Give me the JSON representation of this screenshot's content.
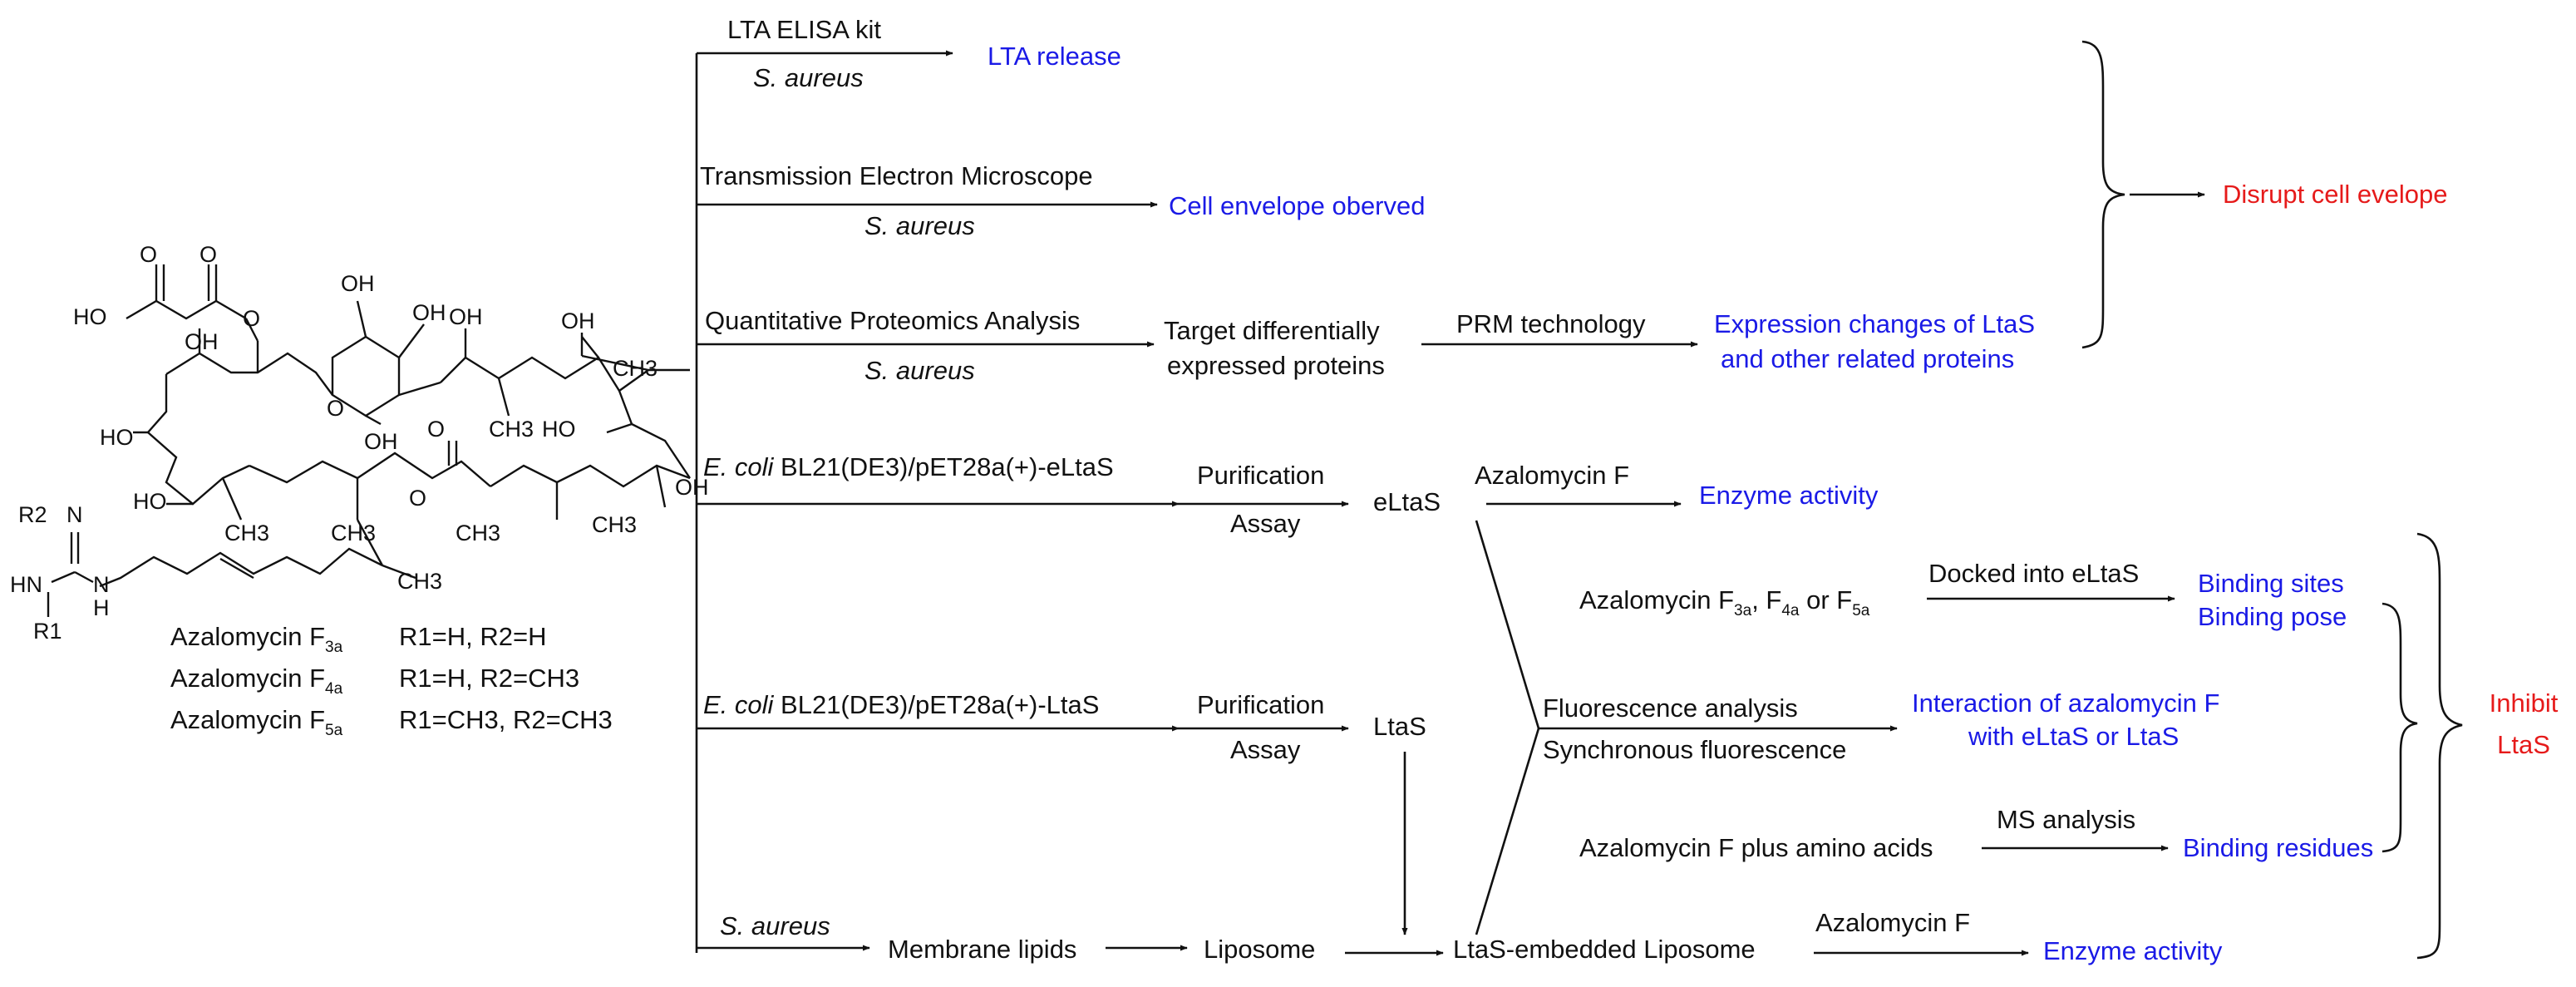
{
  "structure": {
    "compound_names": [
      "Azalomycin F",
      "Azalomycin F",
      "Azalomycin F"
    ],
    "compound_subs": [
      "3a",
      "4a",
      "5a"
    ],
    "r_groups": [
      "R1=H, R2=H",
      "R1=H, R2=CH3",
      "R1=CH3, R2=CH3"
    ],
    "atom_labels": {
      "oh": "OH",
      "o": "O",
      "ho": "HO",
      "ch3": "CH3",
      "n": "N",
      "hn": "HN",
      "h": "H",
      "r1": "R1",
      "r2": "R2"
    }
  },
  "pathways": {
    "lta_method": "LTA ELISA kit",
    "lta_organism": "S. aureus",
    "lta_result": "LTA release",
    "tem_method": "Transmission Electron Microscope",
    "tem_organism": "S. aureus",
    "tem_result": "Cell envelope oberved",
    "prot_method": "Quantitative Proteomics Analysis",
    "prot_organism": "S. aureus",
    "prot_target_line1": "Target differentially",
    "prot_target_line2": "expressed proteins",
    "prm": "PRM technology",
    "prot_result_line1": "Expression changes of LtaS",
    "prot_result_line2": "and other related proteins",
    "elta_strain_italic": "E. coli",
    "elta_strain": " BL21(DE3)/pET28a(+)-eLtaS",
    "purification": "Purification",
    "assay": "Assay",
    "eltas": "eLtaS",
    "azalomycin_f": "Azalomycin F",
    "enzyme_activity": "Enzyme activity",
    "dock_compound_prefix": "Azalomycin F",
    "dock_sub_1": "3a",
    "dock_sub_2": "4a",
    "dock_sub_3": "5a",
    "dock_sep_1": ", F",
    "dock_sep_2": " or F",
    "docked": "Docked into eLtaS",
    "binding_sites": "Binding sites",
    "binding_pose": "Binding pose",
    "fluorescence": "Fluorescence analysis",
    "sync_fluorescence": "Synchronous fluorescence",
    "interaction_line1": "Interaction of azalomycin F",
    "interaction_line2": "with eLtaS or LtaS",
    "lta_strain_italic": "E. coli",
    "lta_strain": " BL21(DE3)/pET28a(+)-LtaS",
    "ltas": "LtaS",
    "amino_acids": "Azalomycin F plus amino acids",
    "ms": "MS analysis",
    "binding_residues": "Binding residues",
    "membrane_organism": "S. aureus",
    "membrane_lipids": "Membrane lipids",
    "liposome": "Liposome",
    "ltas_liposome": "LtaS-embedded Liposome",
    "azalomycin_f_2": "Azalomycin F",
    "enzyme_activity_2": "Enzyme activity"
  },
  "conclusions": {
    "disrupt": "Disrupt cell evelope",
    "inhibit_line1": "Inhibit",
    "inhibit_line2": "LtaS"
  },
  "colors": {
    "result_blue": "#1a1ae6",
    "conclusion_red": "#e61a1a",
    "line_black": "#111111"
  }
}
